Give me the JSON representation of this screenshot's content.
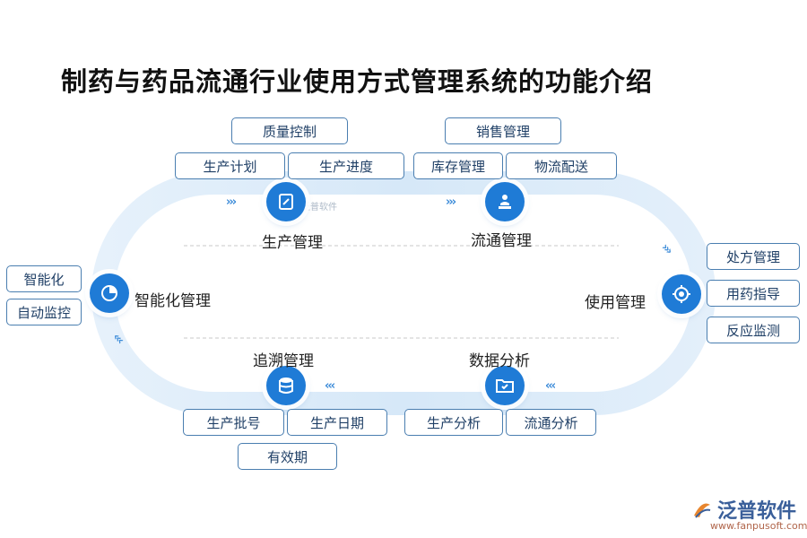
{
  "title": "制药与药品流通行业使用方式管理系统的功能介绍",
  "nodes": {
    "production": {
      "label": "生产管理",
      "icon": "edit-document-icon"
    },
    "circulation": {
      "label": "流通管理",
      "icon": "person-at-desk-icon"
    },
    "usage": {
      "label": "使用管理",
      "icon": "target-icon"
    },
    "analysis": {
      "label": "数据分析",
      "icon": "folder-check-icon"
    },
    "trace": {
      "label": "追溯管理",
      "icon": "database-icon"
    },
    "intelligent": {
      "label": "智能化管理",
      "icon": "pie-chart-icon"
    }
  },
  "chips": {
    "quality_control": "质量控制",
    "production_plan": "生产计划",
    "production_progress": "生产进度",
    "sales_management": "销售管理",
    "inventory_management": "库存管理",
    "logistics_delivery": "物流配送",
    "prescription_management": "处方管理",
    "medication_guidance": "用药指导",
    "reaction_monitoring": "反应监测",
    "production_analysis": "生产分析",
    "circulation_analysis": "流通分析",
    "batch_number": "生产批号",
    "production_date": "生产日期",
    "expiry_date": "有效期",
    "intelligence": "智能化",
    "auto_monitoring": "自动监控"
  },
  "watermark": "泛普软件",
  "brand": {
    "name": "泛普软件",
    "url": "www.fanpusoft.com"
  },
  "colors": {
    "track": "#dcebf9",
    "node": "#1f7bd6",
    "chip_border": "#4a7eb0",
    "arrow": "#3a8ad8"
  }
}
